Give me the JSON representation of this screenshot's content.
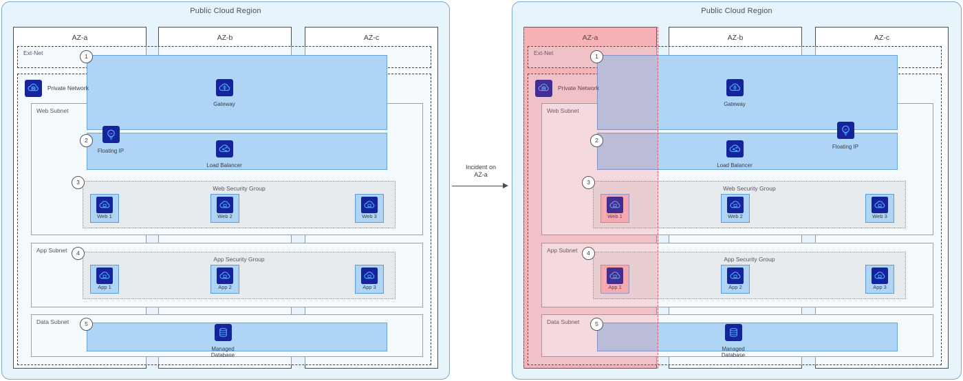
{
  "diagram": {
    "title": "Multi-AZ public cloud reference architecture before and after an AZ-a incident",
    "transition": {
      "line1": "Incident on",
      "line2": "AZ-a",
      "icon": "arrow-right-icon"
    }
  },
  "colors": {
    "region_bg": "#e8f4fc",
    "region_border": "#7aa8d6",
    "band_fill": "#aed5f5",
    "band_border": "#6aa3da",
    "icon_navy": "#16249c",
    "node_down_fill": "#f8bfc4",
    "az_fail_fill": "#f8c9cc",
    "incident_overlay": "rgba(240,90,100,0.20)",
    "secgroup_fill": "#e5e7ea",
    "text": "#3b3b47"
  },
  "panels": [
    {
      "id": "before",
      "region_title": "Public Cloud Region",
      "azs": [
        {
          "label": "AZ-a",
          "state": "healthy"
        },
        {
          "label": "AZ-b",
          "state": "healthy"
        },
        {
          "label": "AZ-c",
          "state": "healthy"
        }
      ],
      "ext_net_label": "Ext-Net",
      "private_network_label": "Private Network",
      "private_network_icon": "private-network-cloud-icon",
      "subnets": [
        {
          "label": "Web Subnet"
        },
        {
          "label": "App Subnet"
        },
        {
          "label": "Data Subnet"
        }
      ],
      "services": [
        {
          "name": "Gateway",
          "icon": "gateway-cloud-icon",
          "az": "AZ-b"
        },
        {
          "name": "Floating IP",
          "icon": "floating-ip-icon",
          "az": "AZ-a"
        },
        {
          "name": "Load Balancer",
          "icon": "load-balancer-cloud-icon",
          "az": "AZ-b"
        },
        {
          "name": "Managed Database",
          "icon": "database-icon",
          "az": "AZ-b"
        }
      ],
      "security_groups": [
        {
          "label": "Web Security Group",
          "nodes": [
            {
              "label": "Web 1",
              "az": "AZ-a",
              "state": "up",
              "icon": "server-cloud-icon"
            },
            {
              "label": "Web 2",
              "az": "AZ-b",
              "state": "up",
              "icon": "server-cloud-icon"
            },
            {
              "label": "Web 3",
              "az": "AZ-c",
              "state": "up",
              "icon": "server-cloud-icon"
            }
          ]
        },
        {
          "label": "App Security Group",
          "nodes": [
            {
              "label": "App 1",
              "az": "AZ-a",
              "state": "up",
              "icon": "server-cloud-icon"
            },
            {
              "label": "App 2",
              "az": "AZ-b",
              "state": "up",
              "icon": "server-cloud-icon"
            },
            {
              "label": "App 3",
              "az": "AZ-c",
              "state": "up",
              "icon": "server-cloud-icon"
            }
          ]
        }
      ],
      "callouts": [
        {
          "number": "1",
          "target": "Ext-Net / Gateway band"
        },
        {
          "number": "2",
          "target": "Floating IP / Load Balancer band"
        },
        {
          "number": "3",
          "target": "Web Security Group"
        },
        {
          "number": "4",
          "target": "App Security Group"
        },
        {
          "number": "5",
          "target": "Data Subnet band"
        }
      ]
    },
    {
      "id": "after",
      "region_title": "Public Cloud Region",
      "azs": [
        {
          "label": "AZ-a",
          "state": "failed"
        },
        {
          "label": "AZ-b",
          "state": "healthy"
        },
        {
          "label": "AZ-c",
          "state": "healthy"
        }
      ],
      "ext_net_label": "Ext-Net",
      "private_network_label": "Private Network",
      "private_network_icon": "private-network-cloud-icon",
      "subnets": [
        {
          "label": "Web Subnet"
        },
        {
          "label": "App Subnet"
        },
        {
          "label": "Data Subnet"
        }
      ],
      "services": [
        {
          "name": "Gateway",
          "icon": "gateway-cloud-icon",
          "az": "AZ-b"
        },
        {
          "name": "Floating IP",
          "icon": "floating-ip-icon",
          "az": "AZ-c"
        },
        {
          "name": "Load Balancer",
          "icon": "load-balancer-cloud-icon",
          "az": "AZ-b"
        },
        {
          "name": "Managed Database",
          "icon": "database-icon",
          "az": "AZ-b"
        }
      ],
      "security_groups": [
        {
          "label": "Web Security Group",
          "nodes": [
            {
              "label": "Web 1",
              "az": "AZ-a",
              "state": "down",
              "icon": "server-cloud-icon"
            },
            {
              "label": "Web 2",
              "az": "AZ-b",
              "state": "up",
              "icon": "server-cloud-icon"
            },
            {
              "label": "Web 3",
              "az": "AZ-c",
              "state": "up",
              "icon": "server-cloud-icon"
            }
          ]
        },
        {
          "label": "App Security Group",
          "nodes": [
            {
              "label": "App 1",
              "az": "AZ-a",
              "state": "down",
              "icon": "server-cloud-icon"
            },
            {
              "label": "App 2",
              "az": "AZ-b",
              "state": "up",
              "icon": "server-cloud-icon"
            },
            {
              "label": "App 3",
              "az": "AZ-c",
              "state": "up",
              "icon": "server-cloud-icon"
            }
          ]
        }
      ],
      "callouts": [
        {
          "number": "1",
          "target": "Ext-Net / Gateway band"
        },
        {
          "number": "2",
          "target": "Floating IP / Load Balancer band"
        },
        {
          "number": "3",
          "target": "Web Security Group"
        },
        {
          "number": "4",
          "target": "App Security Group"
        },
        {
          "number": "5",
          "target": "Data Subnet band"
        }
      ]
    }
  ]
}
